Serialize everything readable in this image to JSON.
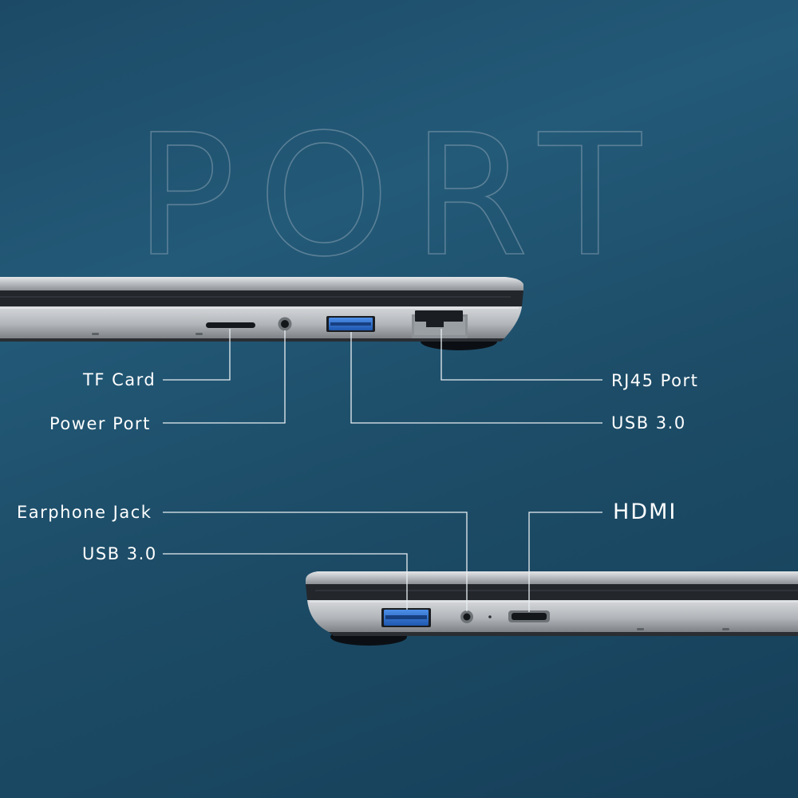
{
  "heading": "PORT",
  "labels": {
    "tf_card": "TF Card",
    "power_port": "Power Port",
    "rj45_port": "RJ45 Port",
    "usb_right": "USB 3.0",
    "earphone_jack": "Earphone Jack",
    "usb_left": "USB 3.0",
    "hdmi": "HDMI"
  },
  "colors": {
    "background": "#1f5170",
    "text": "#ffffff",
    "usb_port": "#2d6fd0",
    "laptop_silver": "#c9ccd0"
  }
}
